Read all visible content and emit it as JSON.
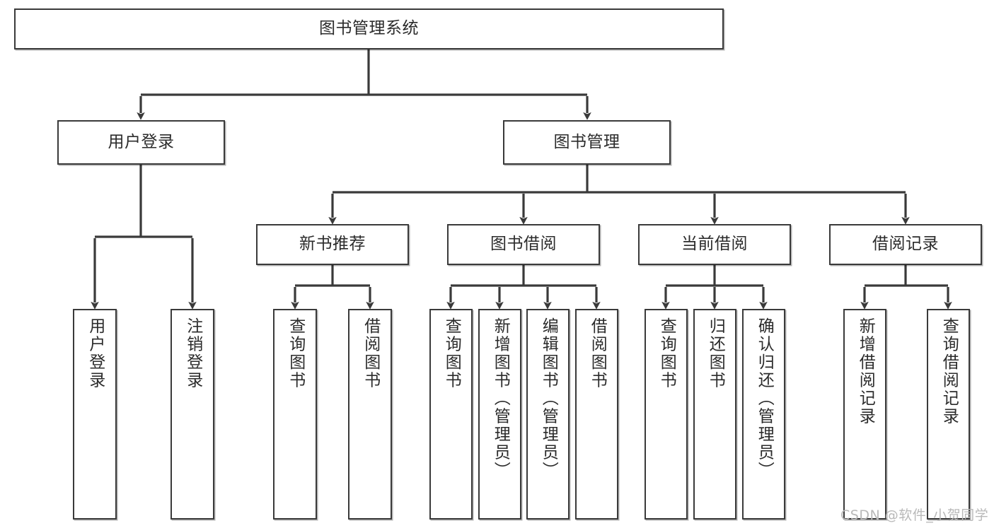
{
  "diagram": {
    "title": "图书管理系统",
    "type": "tree-hierarchy-chart",
    "colors": {
      "box_border": "#3a3a3a",
      "box_fill": "#ffffff",
      "text": "#2b2b2b",
      "edge": "#3a3a3a",
      "watermark": "#b9b9b9",
      "background": "#ffffff"
    },
    "root": {
      "label": "图书管理系统"
    },
    "level2": [
      {
        "label": "用户登录"
      },
      {
        "label": "图书管理"
      }
    ],
    "level3": [
      {
        "label": "新书推荐"
      },
      {
        "label": "图书借阅"
      },
      {
        "label": "当前借阅"
      },
      {
        "label": "借阅记录"
      }
    ],
    "leaves": [
      {
        "label": "用户登录"
      },
      {
        "label": "注销登录"
      },
      {
        "label": "查询图书"
      },
      {
        "label": "借阅图书"
      },
      {
        "label": "查询图书"
      },
      {
        "label": "新增图书（管理员）"
      },
      {
        "label": "编辑图书（管理员）"
      },
      {
        "label": "借阅图书"
      },
      {
        "label": "查询图书"
      },
      {
        "label": "归还图书"
      },
      {
        "label": "确认归还（管理员）"
      },
      {
        "label": "新增借阅记录"
      },
      {
        "label": "查询借阅记录"
      }
    ]
  },
  "watermark": {
    "text": "CSDN @软件_小贺同学"
  }
}
